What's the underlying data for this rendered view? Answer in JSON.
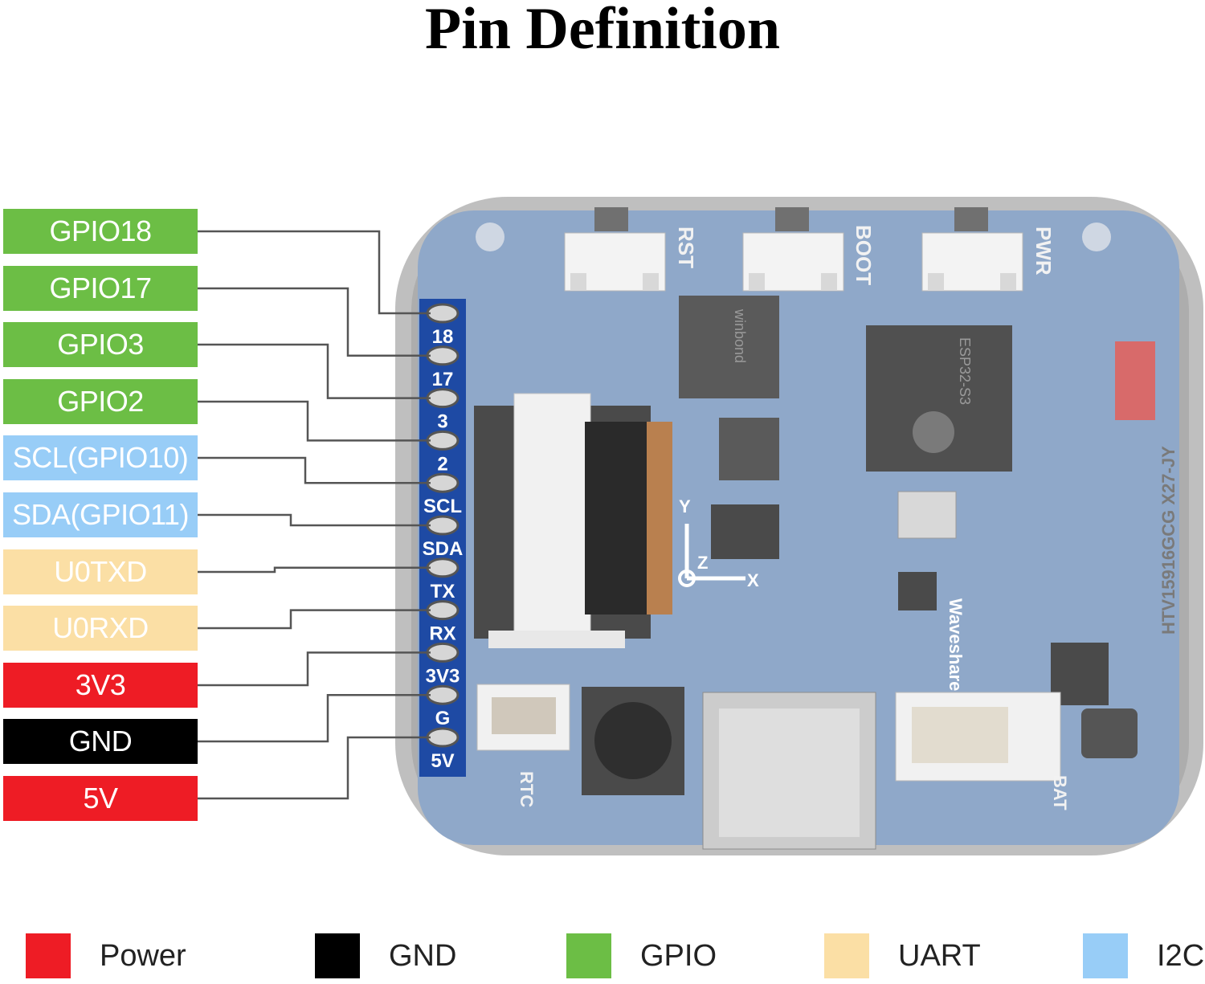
{
  "title": "Pin Definition",
  "colors": {
    "power": "#ee1c25",
    "gnd": "#000000",
    "gpio": "#6cbe45",
    "uart": "#fbdfa5",
    "i2c": "#98cdf7"
  },
  "pins": [
    {
      "label": "GPIO18",
      "silk": "18",
      "group": "gpio"
    },
    {
      "label": "GPIO17",
      "silk": "17",
      "group": "gpio"
    },
    {
      "label": "GPIO3",
      "silk": "3",
      "group": "gpio"
    },
    {
      "label": "GPIO2",
      "silk": "2",
      "group": "gpio"
    },
    {
      "label": "SCL(GPIO10)",
      "silk": "SCL",
      "group": "i2c"
    },
    {
      "label": "SDA(GPIO11)",
      "silk": "SDA",
      "group": "i2c"
    },
    {
      "label": "U0TXD",
      "silk": "TX",
      "group": "uart"
    },
    {
      "label": "U0RXD",
      "silk": "RX",
      "group": "uart"
    },
    {
      "label": "3V3",
      "silk": "3V3",
      "group": "power"
    },
    {
      "label": "GND",
      "silk": "G",
      "group": "gnd"
    },
    {
      "label": "5V",
      "silk": "5V",
      "group": "power"
    }
  ],
  "board_markings": {
    "rst": "RST",
    "boot": "BOOT",
    "pwr": "PWR",
    "rtc": "RTC",
    "bat": "BAT",
    "waveshare": "Waveshare",
    "model": "HTV15916GCG X27-JY",
    "esp_chip": "ESP32-S3",
    "flash_chip": "winbond",
    "imu_y": "Y",
    "imu_z": "Z",
    "imu_x": "X"
  },
  "legend": [
    {
      "label": "Power",
      "group": "power"
    },
    {
      "label": "GND",
      "group": "gnd"
    },
    {
      "label": "GPIO",
      "group": "gpio"
    },
    {
      "label": "UART",
      "group": "uart"
    },
    {
      "label": "I2C",
      "group": "i2c"
    }
  ]
}
